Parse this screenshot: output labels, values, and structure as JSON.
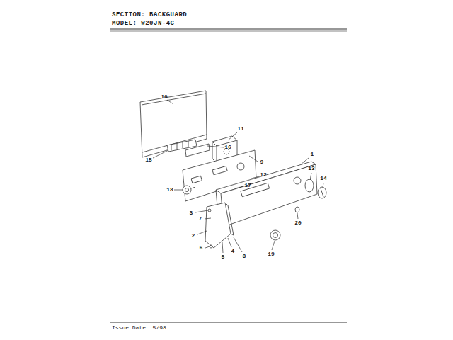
{
  "diagram": {
    "labels": [
      "SECTION: BACKGUARD",
      "MODEL: W20JN-4C",
      "10",
      "16",
      "11",
      "15",
      "9",
      "12",
      "1",
      "17",
      "13",
      "14",
      "18",
      "3",
      "7",
      "2",
      "6",
      "5",
      "4",
      "8",
      "19",
      "20",
      "Issue Date: 5/98"
    ]
  }
}
